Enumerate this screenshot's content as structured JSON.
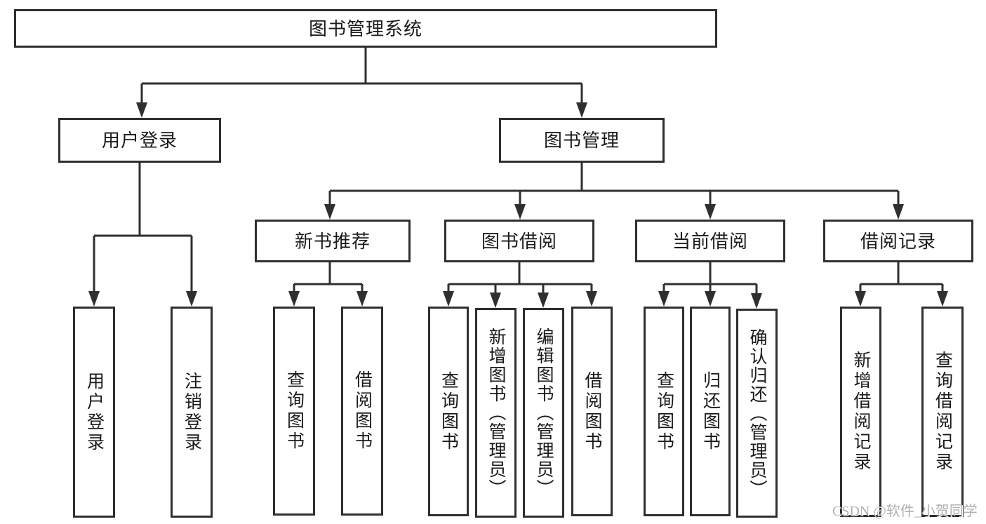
{
  "colors": {
    "line": "#2f2f2f",
    "text": "#1a1a1a",
    "watermark": "#b0b0b0",
    "bg": "#ffffff"
  },
  "tree": {
    "root": {
      "label": "图书管理系统"
    },
    "login": {
      "label": "用户登录",
      "children": [
        "用户登录",
        "注销登录"
      ]
    },
    "mgmt": {
      "label": "图书管理",
      "groups": [
        {
          "label": "新书推荐",
          "children": [
            "查询图书",
            "借阅图书"
          ]
        },
        {
          "label": "图书借阅",
          "children": [
            "查询图书",
            "新增图书（管理员）",
            "编辑图书（管理员）",
            "借阅图书"
          ]
        },
        {
          "label": "当前借阅",
          "children": [
            "查询图书",
            "归还图书",
            "确认归还（管理员）"
          ]
        },
        {
          "label": "借阅记录",
          "children": [
            "新增借阅记录",
            "查询借阅记录"
          ]
        }
      ]
    }
  },
  "watermark": {
    "text": "CSDN @软件_小贺同学"
  }
}
